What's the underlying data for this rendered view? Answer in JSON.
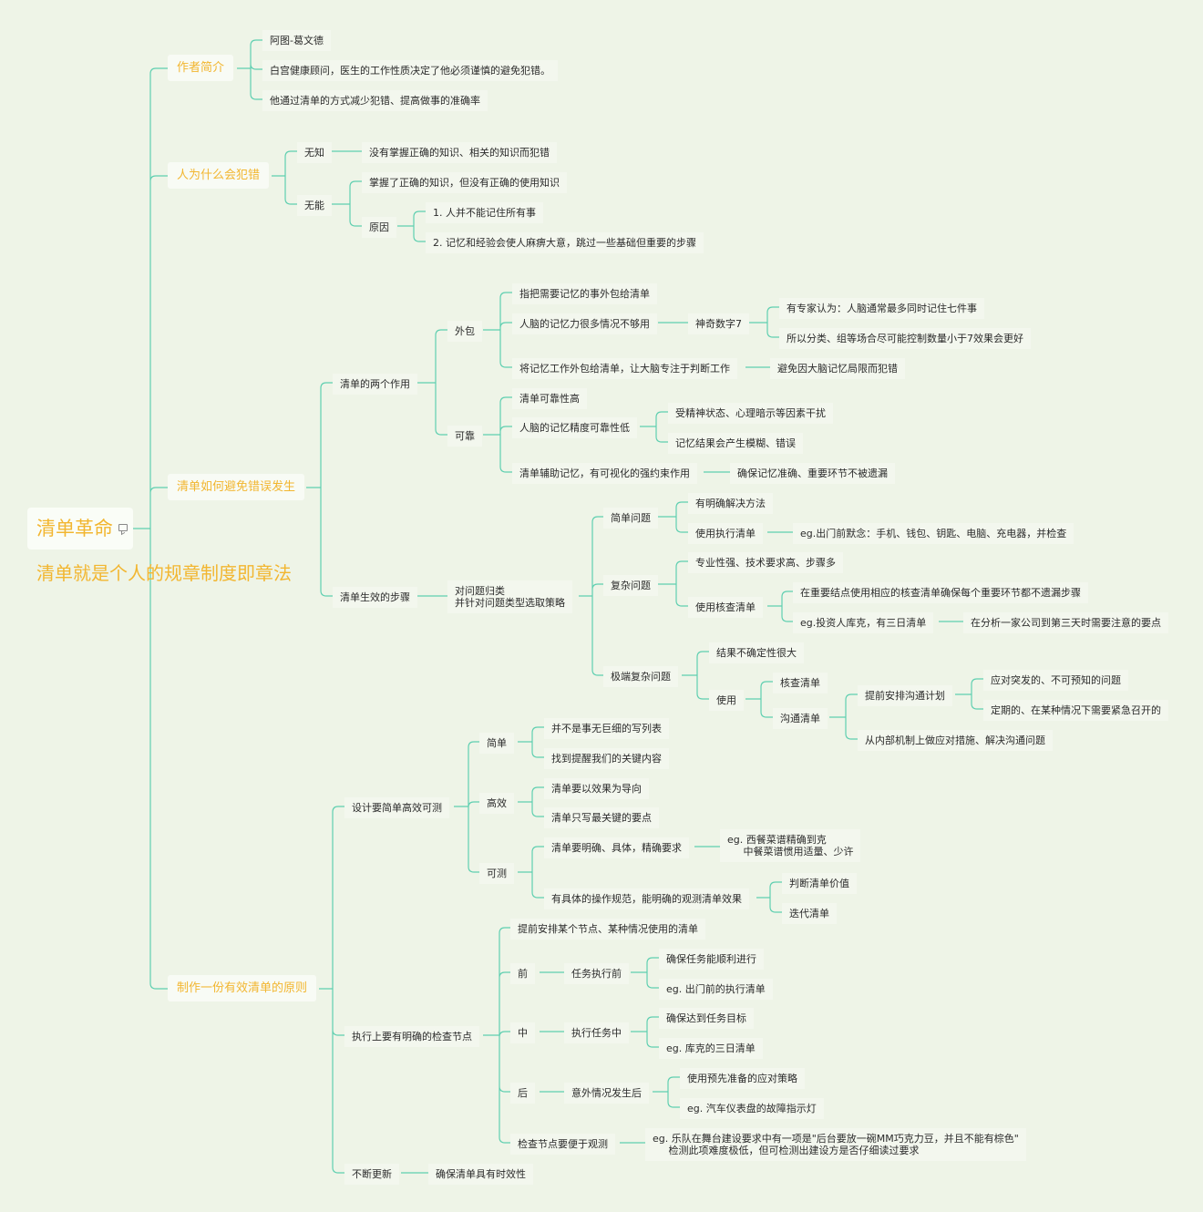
{
  "root": {
    "title": "清单革命",
    "note": "清单就是个人的规章制度即章法"
  },
  "sections": {
    "author": {
      "label": "作者简介",
      "items": [
        "阿图-葛文德",
        "白宫健康顾问，医生的工作性质决定了他必须谨慎的避免犯错。",
        "他通过清单的方式减少犯错、提高做事的准确率"
      ]
    },
    "why": {
      "label": "人为什么会犯错",
      "ignorance": "无知",
      "ignorance_desc": "没有掌握正确的知识、相关的知识而犯错",
      "incompetence": "无能",
      "incompetence_desc": "掌握了正确的知识，但没有正确的使用知识",
      "reason": "原因",
      "reasons": [
        "1. 人并不能记住所有事",
        "2. 记忆和经验会使人麻痹大意，跳过一些基础但重要的步骤"
      ]
    },
    "avoid": {
      "label": "清单如何避免错误发生",
      "roles": "清单的两个作用",
      "outsource": "外包",
      "outsource_items": [
        "指把需要记忆的事外包给清单",
        "人脑的记忆力很多情况不够用",
        "将记忆工作外包给清单，让大脑专注于判断工作"
      ],
      "magic": "神奇数字7",
      "magic_items": [
        "有专家认为：人脑通常最多同时记住七件事",
        "所以分类、组等场合尽可能控制数量小于7效果会更好"
      ],
      "avoid_limit": "避免因大脑记忆局限而犯错",
      "reliable": "可靠",
      "reliable_items": [
        "清单可靠性高",
        "人脑的记忆精度可靠性低",
        "清单辅助记忆，有可视化的强约束作用"
      ],
      "precision_items": [
        "受精神状态、心理暗示等因素干扰",
        "记忆结果会产生模糊、错误"
      ],
      "ensure": "确保记忆准确、重要环节不被遗漏",
      "steps": "清单生效的步骤",
      "classify": "对问题归类\n并针对问题类型选取策略",
      "simple": "简单问题",
      "simple_items": [
        "有明确解决方法",
        "使用执行清单"
      ],
      "simple_eg": "eg.出门前默念：手机、钱包、钥匙、电脑、充电器，并检查",
      "complex": "复杂问题",
      "complex_items": [
        "专业性强、技术要求高、步骤多",
        "使用核查清单"
      ],
      "complex_sub": [
        "在重要结点使用相应的核查清单确保每个重要环节都不遗漏步骤",
        "eg.投资人库克，有三日清单"
      ],
      "kuke": "在分析一家公司到第三天时需要注意的要点",
      "extreme": "极端复杂问题",
      "extreme_items": [
        "结果不确定性很大",
        "使用"
      ],
      "use_items": [
        "核查清单",
        "沟通清单"
      ],
      "comm_items": [
        "提前安排沟通计划",
        "从内部机制上做应对措施、解决沟通问题"
      ],
      "plan_items": [
        "应对突发的、不可预知的问题",
        "定期的、在某种情况下需要紧急召开的"
      ]
    },
    "principles": {
      "label": "制作一份有效清单的原则",
      "design": "设计要简单高效可测",
      "simple": "简单",
      "simple_items": [
        "并不是事无巨细的写列表",
        "找到提醒我们的关键内容"
      ],
      "efficient": "高效",
      "efficient_items": [
        "清单要以效果为导向",
        "清单只写最关键的要点"
      ],
      "measurable": "可测",
      "measurable_items": [
        "清单要明确、具体，精确要求",
        "有具体的操作规范，能明确的观测清单效果"
      ],
      "menu_eg": "eg. 西餐菜谱精确到克\n     中餐菜谱惯用适量、少许",
      "judge_items": [
        "判断清单价值",
        "迭代清单"
      ],
      "checkpoints": "执行上要有明确的检查节点",
      "cp_intro": "提前安排某个节点、某种情况使用的清单",
      "before": "前",
      "before_task": "任务执行前",
      "before_items": [
        "确保任务能顺利进行",
        "eg. 出门前的执行清单"
      ],
      "during": "中",
      "during_task": "执行任务中",
      "during_items": [
        "确保达到任务目标",
        "eg. 库克的三日清单"
      ],
      "after": "后",
      "after_task": "意外情况发生后",
      "after_items": [
        "使用预先准备的应对策略",
        "eg. 汽车仪表盘的故障指示灯"
      ],
      "observe": "检查节点要便于观测",
      "observe_eg": "eg. 乐队在舞台建设要求中有一项是\"后台要放一碗MM巧克力豆，并且不能有棕色\"\n     检测此项难度极低，但可检测出建设方是否仔细读过要求",
      "update": "不断更新",
      "update_desc": "确保清单具有时效性"
    }
  },
  "colors": {
    "accent": "#f2b630",
    "line": "#5fcfb0",
    "background": "#eef4e7"
  }
}
